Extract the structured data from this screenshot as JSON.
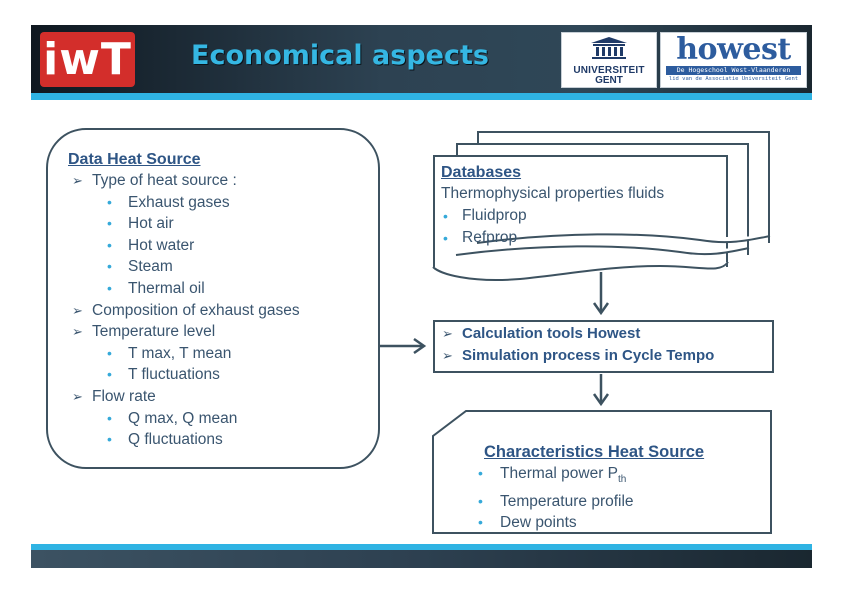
{
  "header": {
    "title": "Economical aspects",
    "logos": {
      "iwt": "iwT",
      "ugent_line1": "UNIVERSITEIT",
      "ugent_line2": "GENT",
      "howest_word": "howest",
      "howest_sub1": "De Hogeschool West-Vlaanderen",
      "howest_sub2": "lid van de Associatie Universiteit Gent"
    }
  },
  "colors": {
    "accent": "#2fb3e3",
    "title_text": "#35b7e3",
    "heading_text": "#2e5585",
    "body_text": "#3a556f",
    "bullet": "#35a9d9",
    "iwt_red": "#d32e2b"
  },
  "source_box": {
    "title": "Data Heat Source",
    "items": [
      {
        "level": 1,
        "text": "Type of heat source :"
      },
      {
        "level": 2,
        "text": "Exhaust gases"
      },
      {
        "level": 2,
        "text": "Hot air"
      },
      {
        "level": 2,
        "text": "Hot water"
      },
      {
        "level": 2,
        "text": "Steam"
      },
      {
        "level": 2,
        "text": "Thermal oil"
      },
      {
        "level": 1,
        "text": "Composition of exhaust gases"
      },
      {
        "level": 1,
        "text": "Temperature level"
      },
      {
        "level": 2,
        "text": "T max, T mean"
      },
      {
        "level": 2,
        "text": "T fluctuations"
      },
      {
        "level": 1,
        "text": "Flow rate"
      },
      {
        "level": 2,
        "text": "Q max, Q mean"
      },
      {
        "level": 2,
        "text": "Q fluctuations"
      }
    ]
  },
  "databases": {
    "title": "Databases",
    "subtitle": "Thermophysical properties fluids",
    "items": [
      "Fluidprop",
      "Refprop"
    ]
  },
  "calculation": {
    "items": [
      "Calculation tools Howest",
      "Simulation process in Cycle Tempo"
    ]
  },
  "characteristics": {
    "title": "Characteristics Heat Source",
    "item1_main": "Thermal power P",
    "item1_sub": "th",
    "item2": "Temperature profile",
    "item3": "Dew points"
  },
  "glyphs": {
    "arrow_bullet": "➢",
    "dot_bullet": "•"
  }
}
